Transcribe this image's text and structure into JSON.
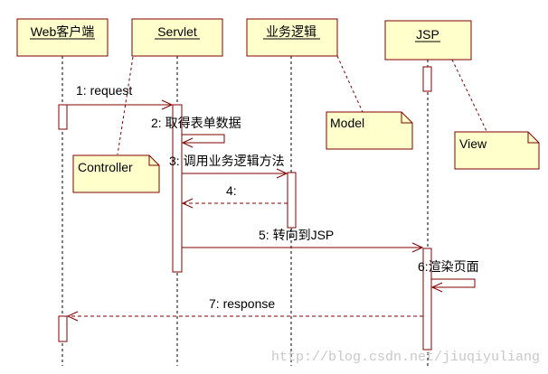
{
  "colors": {
    "fill": "#ffffcc",
    "stroke": "#800000",
    "line": "#000000"
  },
  "participants": [
    {
      "id": "client",
      "label": "Web客户端"
    },
    {
      "id": "servlet",
      "label": "Servlet"
    },
    {
      "id": "logic",
      "label": "业务逻辑"
    },
    {
      "id": "jsp",
      "label": "JSP"
    }
  ],
  "messages": [
    {
      "label": "1: request",
      "style": "solid"
    },
    {
      "label": "2: 取得表单数据",
      "style": "solid"
    },
    {
      "label": "3: 调用业务逻辑方法",
      "style": "solid"
    },
    {
      "label": "4:",
      "style": "dashed"
    },
    {
      "label": "5: 转向到JSP",
      "style": "solid"
    },
    {
      "label": "6:渲染页面",
      "style": "solid"
    },
    {
      "label": "7: response",
      "style": "dashed"
    }
  ],
  "notes": [
    {
      "id": "controller",
      "label": "Controller"
    },
    {
      "id": "model",
      "label": "Model"
    },
    {
      "id": "view",
      "label": "View"
    }
  ],
  "watermark": "http://blog.csdn.net/jiuqiyuliang"
}
